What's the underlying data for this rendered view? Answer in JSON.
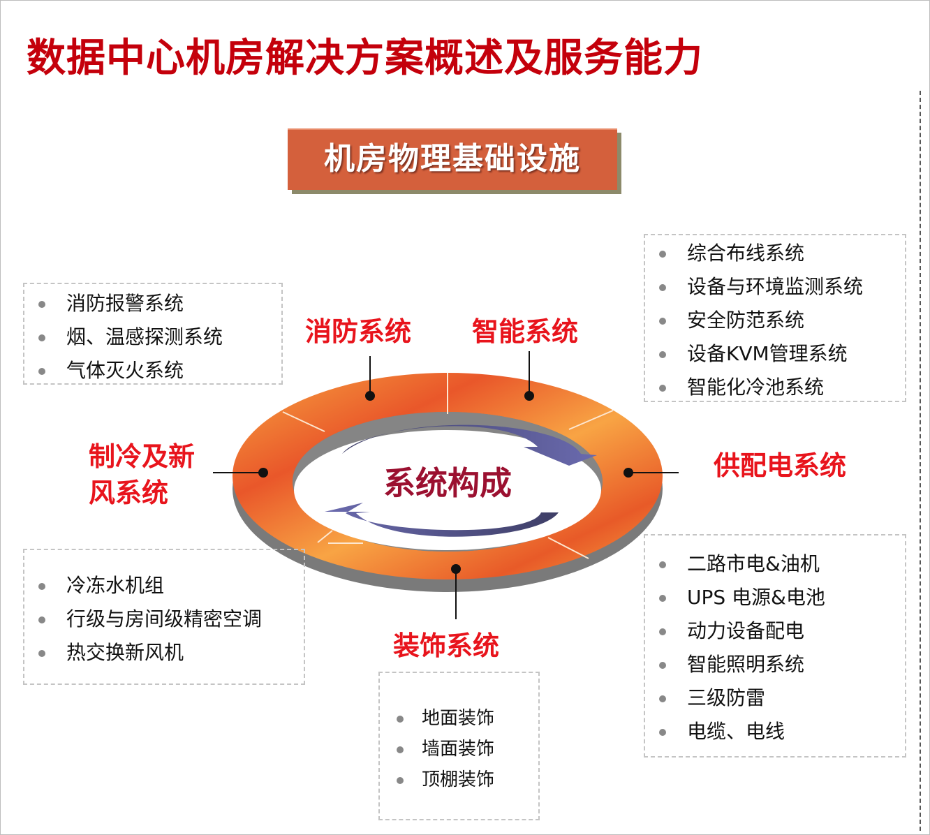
{
  "title": "数据中心机房解决方案概述及服务能力",
  "banner": "机房物理基础设施",
  "center": "系统构成",
  "labels": {
    "fire": "消防系统",
    "smart": "智能系统",
    "cooling_line1": "制冷及新",
    "cooling_line2": "风系统",
    "power": "供配电系统",
    "decor": "装饰系统"
  },
  "boxes": {
    "fire": [
      "消防报警系统",
      "烟、温感探测系统",
      "气体灭火系统"
    ],
    "smart": [
      "综合布线系统",
      "设备与环境监测系统",
      "安全防范系统",
      "设备KVM管理系统",
      "智能化冷池系统"
    ],
    "cooling": [
      "冷冻水机组",
      "行级与房间级精密空调",
      "热交换新风机"
    ],
    "power": [
      "二路市电&油机",
      "UPS 电源&电池",
      "动力设备配电",
      "智能照明系统",
      "三级防雷",
      "电缆、电线"
    ],
    "decor": [
      "地面装饰",
      "墙面装饰",
      "顶棚装饰"
    ]
  },
  "colors": {
    "title": "#c4000b",
    "label": "#e8141c",
    "ring": "#f28a30",
    "center": "#9b1030",
    "arrow": "#5a5a96"
  }
}
